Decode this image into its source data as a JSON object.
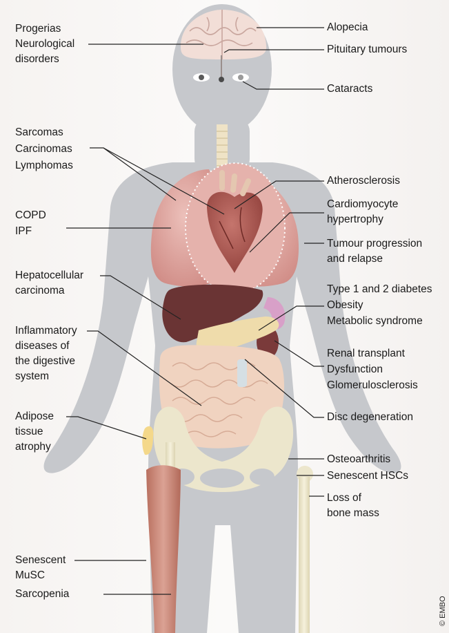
{
  "labels": {
    "progerias": "Progerias",
    "neurological_1": "Neurological",
    "neurological_2": "disorders",
    "sarcomas": "Sarcomas",
    "carcinomas": "Carcinomas",
    "lymphomas": "Lymphomas",
    "copd": "COPD",
    "ipf": "IPF",
    "hepatocellular_1": "Hepatocellular",
    "hepatocellular_2": "carcinoma",
    "inflammatory_1": "Inflammatory",
    "inflammatory_2": "diseases of",
    "inflammatory_3": "the digestive",
    "inflammatory_4": "system",
    "adipose_1": "Adipose",
    "adipose_2": "tissue",
    "adipose_3": "atrophy",
    "senescent_musc_1": "Senescent",
    "senescent_musc_2": "MuSC",
    "sarcopenia": "Sarcopenia",
    "alopecia": "Alopecia",
    "pituitary": "Pituitary tumours",
    "cataracts": "Cataracts",
    "atherosclerosis": "Atherosclerosis",
    "cardio_1": "Cardiomyocyte",
    "cardio_2": "hypertrophy",
    "tumour_1": "Tumour progression",
    "tumour_2": "and relapse",
    "diabetes": "Type 1 and 2 diabetes",
    "obesity": "Obesity",
    "metabolic": "Metabolic syndrome",
    "renal": "Renal transplant",
    "dysfunction": "Dysfunction",
    "glomerulo": "Glomerulosclerosis",
    "disc": "Disc degeneration",
    "osteoarthritis": "Osteoarthritis",
    "hscs": "Senescent HSCs",
    "bone_1": "Loss of",
    "bone_2": "bone mass"
  },
  "credit": "© EMBO",
  "colors": {
    "background": "#f6f3f1",
    "silhouette": "#c6c8cc",
    "lung": "#d99c96",
    "heart": "#a9564f",
    "liver": "#6a3434",
    "pancreas": "#efdcab",
    "intestine": "#f0d3c0",
    "bone": "#ece6cc",
    "muscle": "#c58a78",
    "spleen": "#d8a0c8",
    "leader_line": "#222222"
  }
}
